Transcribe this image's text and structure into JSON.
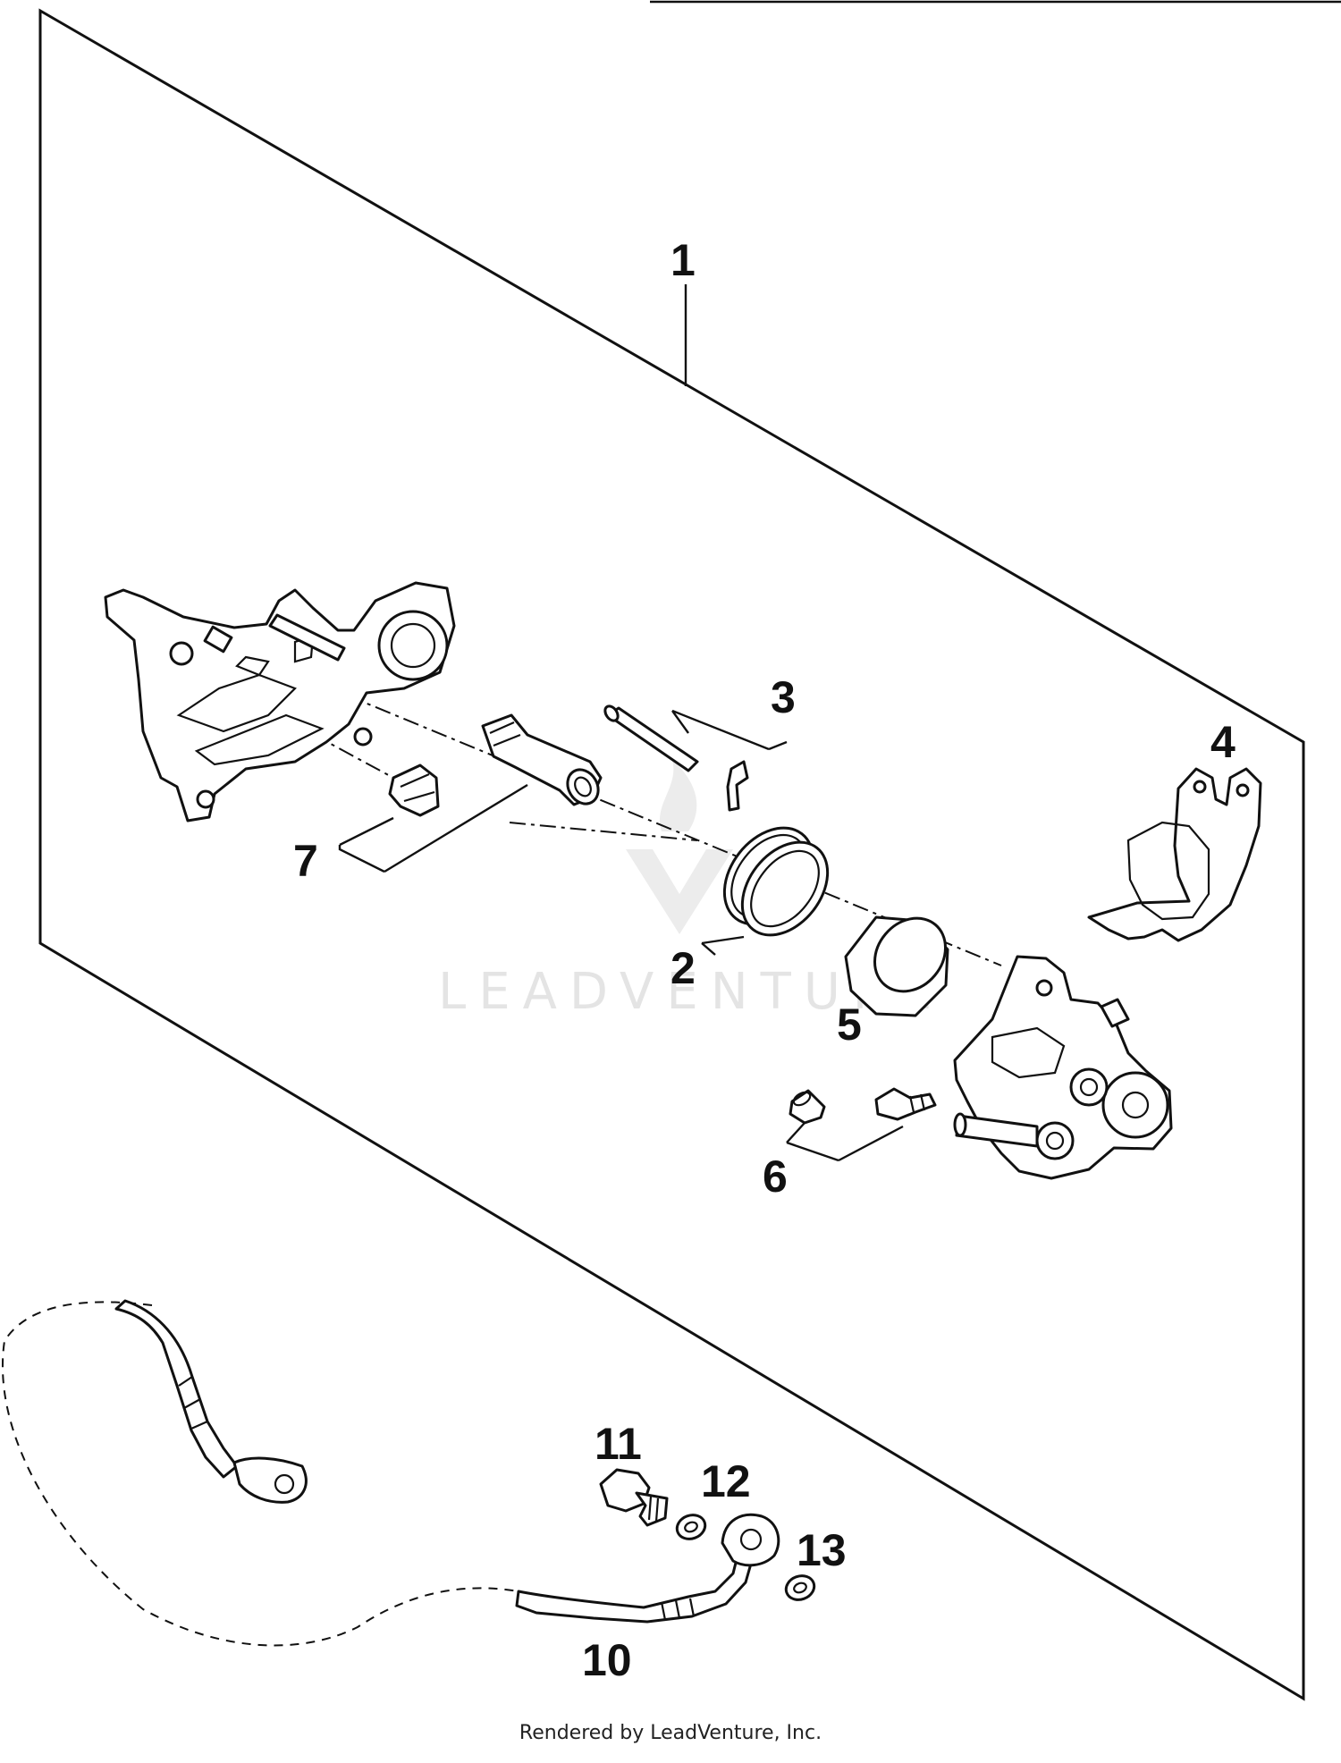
{
  "diagram": {
    "callouts": [
      {
        "id": "1",
        "label": "1"
      },
      {
        "id": "2",
        "label": "2"
      },
      {
        "id": "3",
        "label": "3"
      },
      {
        "id": "4",
        "label": "4"
      },
      {
        "id": "5",
        "label": "5"
      },
      {
        "id": "6",
        "label": "6"
      },
      {
        "id": "7",
        "label": "7"
      },
      {
        "id": "10",
        "label": "10"
      },
      {
        "id": "11",
        "label": "11"
      },
      {
        "id": "12",
        "label": "12"
      },
      {
        "id": "13",
        "label": "13"
      }
    ],
    "parts": [
      "bracket-icon",
      "slide-pin-icon",
      "boot-icon",
      "pin-icon",
      "clip-icon",
      "seal-icon",
      "piston-icon",
      "caliper-body-icon",
      "brake-pad-icon",
      "bleed-screw-icon",
      "cap-icon",
      "brake-hose-icon",
      "banjo-bolt-icon",
      "washer-icon"
    ]
  },
  "watermark": "LEADVENTURE",
  "footer": "Rendered by LeadVenture, Inc."
}
